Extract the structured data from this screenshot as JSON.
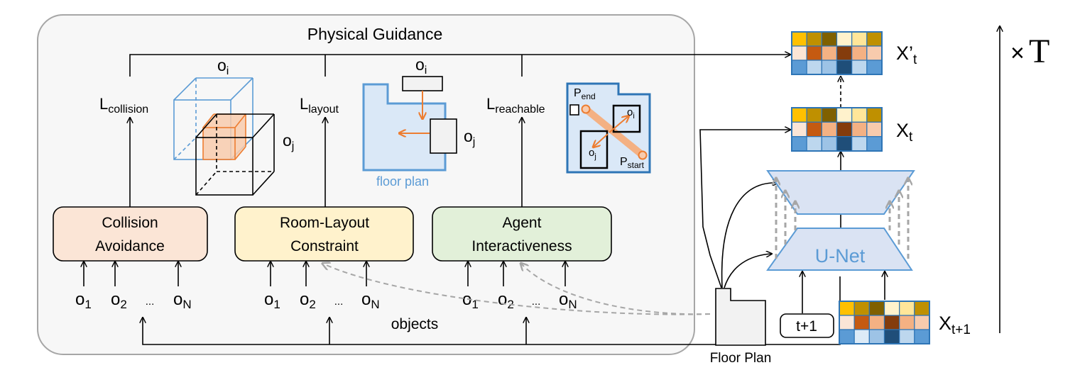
{
  "panel": {
    "title": "Physical Guidance",
    "objects_label": "objects"
  },
  "losses": {
    "collision": {
      "main": "L",
      "sub": "collision"
    },
    "layout": {
      "main": "L",
      "sub": "layout"
    },
    "reachable": {
      "main": "L",
      "sub": "reachable"
    }
  },
  "modules": {
    "collision": {
      "line1": "Collision",
      "line2": "Avoidance",
      "fill": "#fbe5d6"
    },
    "layout": {
      "line1": "Room-Layout",
      "line2": "Constraint",
      "fill": "#fff2cc"
    },
    "agent": {
      "line1": "Agent",
      "line2": "Interactiveness",
      "fill": "#e2f0d9"
    }
  },
  "object_inputs": {
    "o1": {
      "main": "o",
      "sub": "1"
    },
    "o2": {
      "main": "o",
      "sub": "2"
    },
    "dots": "...",
    "oN": {
      "main": "o",
      "sub": "N"
    }
  },
  "illustrations": {
    "cube_oi": {
      "main": "o",
      "sub": "i"
    },
    "cube_oj": {
      "main": "o",
      "sub": "j"
    },
    "plan_oi": {
      "main": "o",
      "sub": "i"
    },
    "plan_oj": {
      "main": "o",
      "sub": "j"
    },
    "floor_plan_caption": "floor plan",
    "reach_end": {
      "main": "P",
      "sub": "end"
    },
    "reach_start": {
      "main": "P",
      "sub": "start"
    },
    "reach_oi": {
      "main": "o",
      "sub": "i"
    },
    "reach_oj": {
      "main": "o",
      "sub": "j"
    }
  },
  "diffusion": {
    "unet_label": "U-Net",
    "timestep_label": "t+1",
    "floor_plan_label": "Floor Plan",
    "x_prime": {
      "main": "X’",
      "sub": "t"
    },
    "x_t": {
      "main": "X",
      "sub": "t"
    },
    "x_t1": {
      "main": "X",
      "sub": "t+1"
    },
    "repeat_times": "×",
    "repeat_T": "T"
  },
  "colors": {
    "accent_blue": "#5b9bd5",
    "orange": "#ed7d31",
    "unet_fill": "#dae3f3",
    "panel_fill": "#f7f7f7",
    "floor_fill": "#dae8f7"
  },
  "grid_colors": {
    "top": [
      [
        "#ffc000",
        "#bf9000",
        "#7f6000",
        "#fff2cc",
        "#ffe699",
        "#bf9000"
      ],
      [
        "#fbe5d6",
        "#c55a11",
        "#f4b183",
        "#843c0c",
        "#f4b183",
        "#f8cbad"
      ],
      [
        "#5b9bd5",
        "#bdd7ee",
        "#9dc3e6",
        "#1f4e79",
        "#bdd7ee",
        "#5b9bd5"
      ]
    ],
    "bottom": [
      [
        "#ffc000",
        "#bf9000",
        "#7f6000",
        "#fff2cc",
        "#ffe699",
        "#bf9000"
      ],
      [
        "#fbe5d6",
        "#c55a11",
        "#f4b183",
        "#843c0c",
        "#f4b183",
        "#f8cbad"
      ],
      [
        "#5b9bd5",
        "#ddebf7",
        "#9dc3e6",
        "#1f4e79",
        "#bdd7ee",
        "#5b9bd5"
      ]
    ]
  }
}
